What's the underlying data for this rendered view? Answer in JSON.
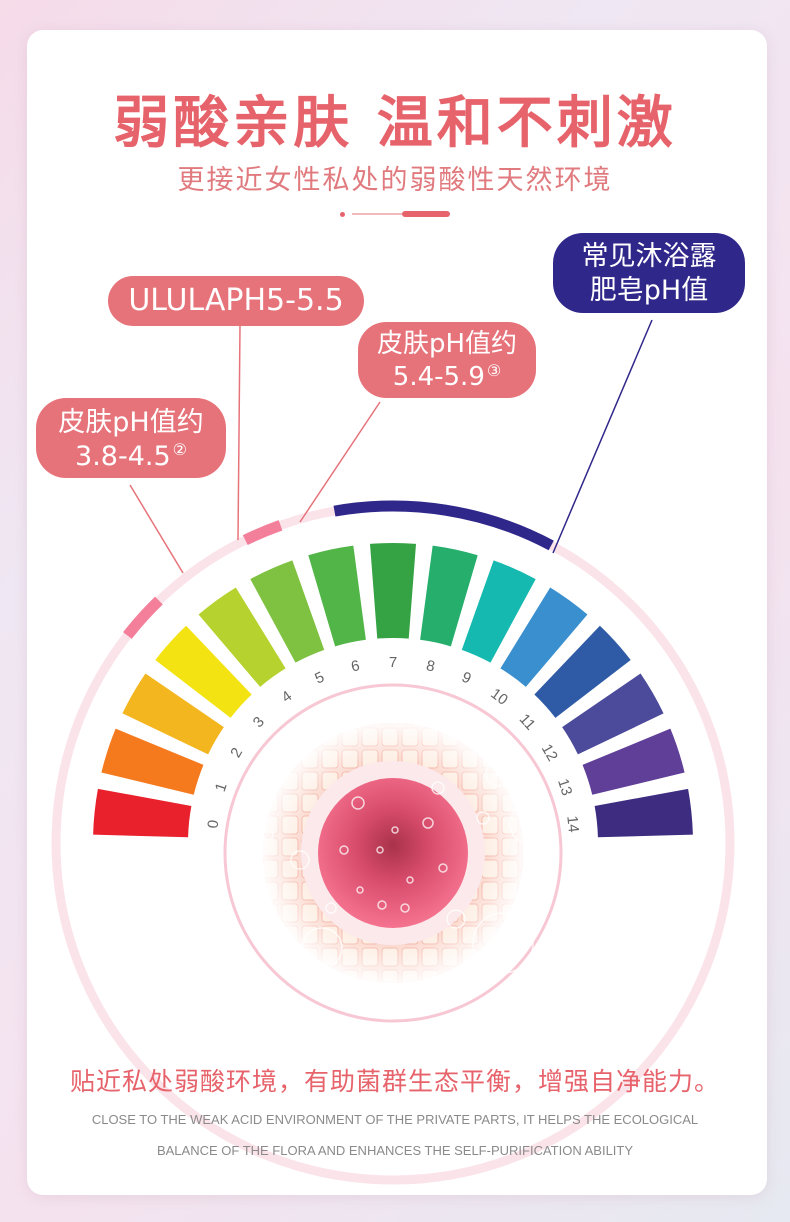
{
  "title": "弱酸亲肤 温和不刺激",
  "subtitle": "更接近女性私处的弱酸性天然环境",
  "callouts": {
    "product": {
      "text": "ULULAPH5-5.5"
    },
    "skin_1": {
      "line1": "皮肤pH值约",
      "line2": "5.4-5.9",
      "note": "③"
    },
    "skin_2": {
      "line1": "皮肤pH值约",
      "line2": "3.8-4.5",
      "note": "②"
    },
    "soap": {
      "line1": "常见沐浴露",
      "line2": "肥皂pH值"
    }
  },
  "ph_scale": {
    "labels": [
      "0",
      "1",
      "2",
      "3",
      "4",
      "5",
      "6",
      "7",
      "8",
      "9",
      "10",
      "11",
      "12",
      "13",
      "14"
    ],
    "colors": [
      "#e8212c",
      "#f57a1e",
      "#f3b61f",
      "#f4e313",
      "#b6d22e",
      "#7fc241",
      "#52b547",
      "#35a244",
      "#25ae6c",
      "#16b9b0",
      "#3a8fcf",
      "#2f5ba6",
      "#4b4a9b",
      "#5f3f98",
      "#3e2c80"
    ]
  },
  "colors": {
    "accent": "#e7636b",
    "navy": "#30278a"
  },
  "footer": {
    "cn": "贴近私处弱酸环境，有助菌群生态平衡，增强自净能力。",
    "en_line1": "CLOSE TO THE WEAK ACID ENVIRONMENT OF THE PRIVATE PARTS, IT HELPS THE ECOLOGICAL",
    "en_line2": "BALANCE OF THE FLORA AND ENHANCES THE SELF-PURIFICATION ABILITY"
  }
}
